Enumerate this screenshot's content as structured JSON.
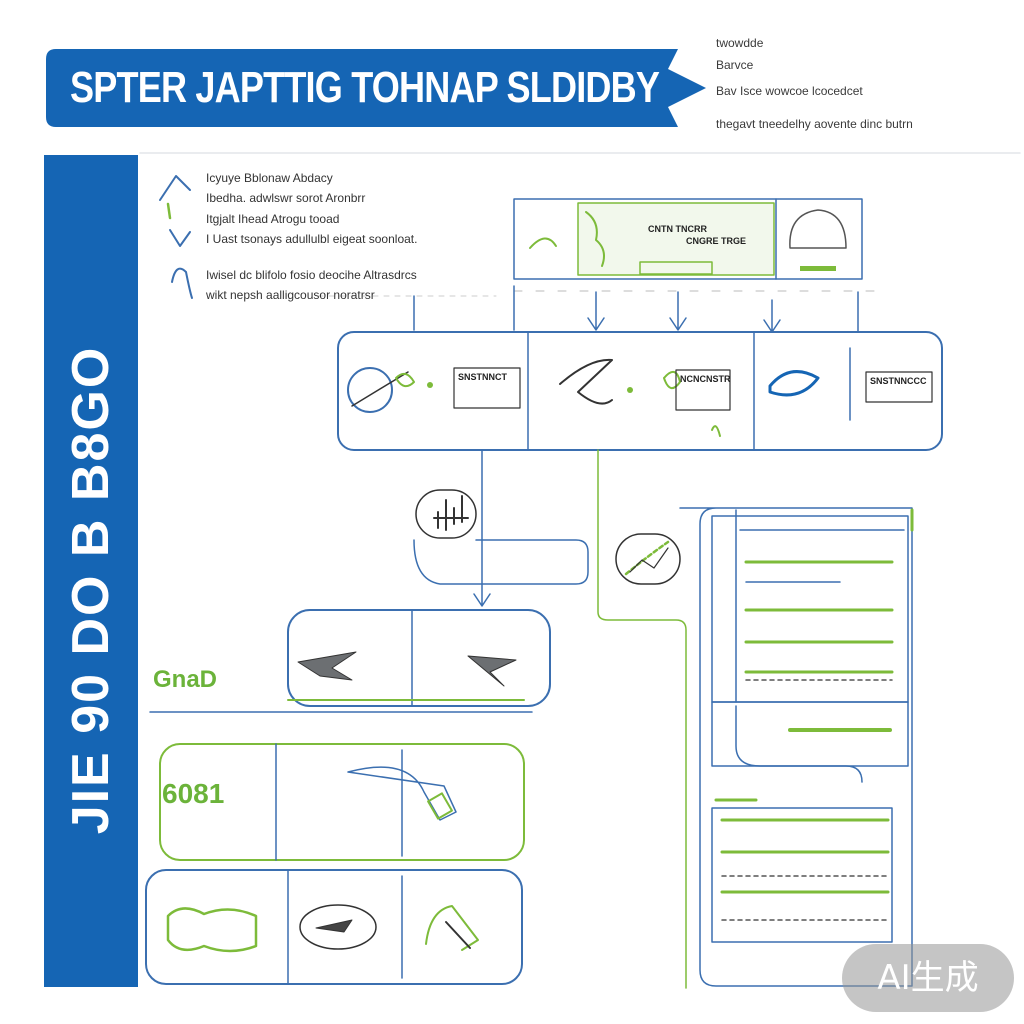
{
  "title": "SPTER JAPTTIG TOHNAP SLDIDBY",
  "top_notes": [
    "twowdde",
    "Barvce",
    "Bav Isce wowcoe lcocedcet",
    "thegavt tneedelhy aovente dinc butrn"
  ],
  "sidebar_text": "JIE 90 DO B B8GO",
  "legend": [
    "Icyuye Bblonaw Abdacy",
    "Ibedha. adwlswr sorot Aronbrr",
    "Itgjalt Ihead Atrogu tooad",
    "I Uast tsonays adullulbl eigeat soonloat.",
    "Iwisel dc blifolo fosio deocihe Altrasdrcs",
    "wikt nepsh aalligcousor noratrsr"
  ],
  "mini_labels": {
    "top_box_1": "CNTN TNCRR",
    "top_box_2": "CNGRE TRGE",
    "stage_1": "SNSTNNCT",
    "stage_2": "NCNCNSTR",
    "stage_3": "SNSTNNCCC"
  },
  "green_labels": {
    "left_upper": "GnaD",
    "left_lower": "6081"
  },
  "watermark": "AI生成",
  "colors": {
    "blue": "#1565b4",
    "line_blue": "#3b6fb0",
    "green": "#7dbb3a",
    "gray": "#9aa0a6",
    "bg": "#ffffff"
  }
}
